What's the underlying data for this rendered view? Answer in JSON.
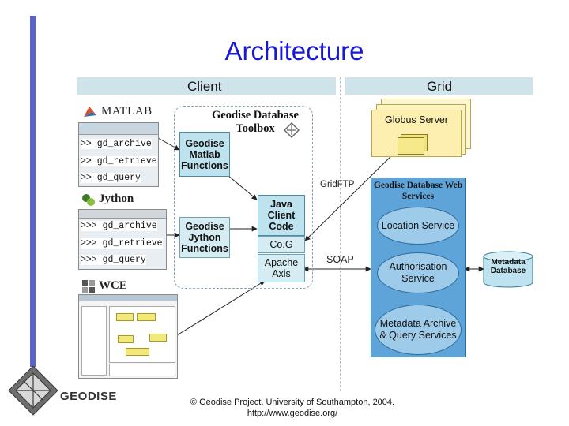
{
  "slide": {
    "title": "Architecture",
    "header": {
      "client": "Client",
      "grid": "Grid"
    },
    "client": {
      "apps": [
        {
          "name": "MATLAB",
          "commands": [
            ">> gd_archive",
            ">> gd_retrieve",
            ">> gd_query"
          ]
        },
        {
          "name": "Jython",
          "commands": [
            ">>> gd_archive",
            ">>> gd_retrieve",
            ">>> gd_query"
          ]
        },
        {
          "name": "WCE"
        }
      ],
      "toolbox": {
        "title": "Geodise Database Toolbox",
        "matlab_functions": "Geodise Matlab Functions",
        "jython_functions": "Geodise Jython Functions",
        "java_client": "Java Client Code",
        "cog": "Co.G",
        "apache_axis": "Apache Axis"
      }
    },
    "connections": {
      "gridftp": "GridFTP",
      "soap": "SOAP"
    },
    "grid": {
      "globus": "Globus Server",
      "web_services": {
        "title": "Geodise Database Web Services",
        "location": "Location Service",
        "authorisation": "Authorisation Service",
        "metadata": "Metadata Archive & Query Services"
      },
      "metadata_db": "Metadata Database"
    },
    "logo": "GEODISE",
    "footer": {
      "line1": "© Geodise Project, University of Southampton, 2004.",
      "line2": "http://www.geodise.org/"
    }
  }
}
